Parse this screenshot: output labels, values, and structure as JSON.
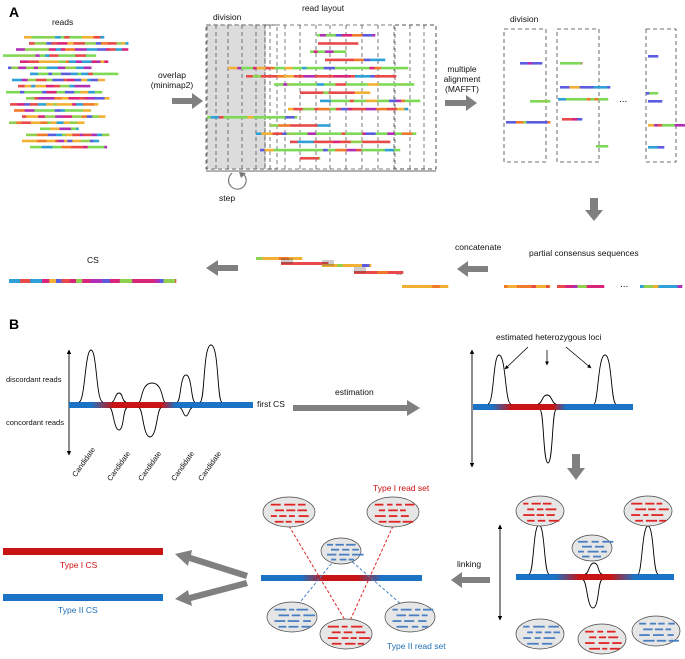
{
  "panel_a": {
    "label": "A",
    "reads": "reads",
    "overlap": "overlap\n(minimap2)",
    "division_top": "division",
    "read_layout": "read layout",
    "step": "step",
    "multiple_alignment": "multiple\nalignment\n(MAFFT)",
    "division_right": "division",
    "dots": "...",
    "partial_cs": "partial consensus sequences",
    "concatenate": "concatenate",
    "cs": "CS"
  },
  "panel_b": {
    "label": "B",
    "discordant": "discordant reads",
    "concordant": "concordant reads",
    "first_cs": "first CS",
    "candidate": "Candidate",
    "estimation": "estimation",
    "estimated_loci": "estimated heterozygous loci",
    "type1_read_set": "Type I read set",
    "type2_read_set": "Type II read set",
    "linking": "linking",
    "type1_cs": "Type I CS",
    "type2_cs": "Type II CS"
  },
  "colors": {
    "seq_palette": [
      "#f2b134",
      "#e84a4a",
      "#d9247b",
      "#8fd14f",
      "#5b5ce0",
      "#2f9fd8",
      "#f07a2a",
      "#b12fb5"
    ],
    "read_green": "#7ed957",
    "cs_red": "#c81414",
    "cs_blue": "#1a73c4",
    "type1": "#e02424",
    "type2": "#4a7fc1",
    "arrow_gray": "#808080"
  }
}
